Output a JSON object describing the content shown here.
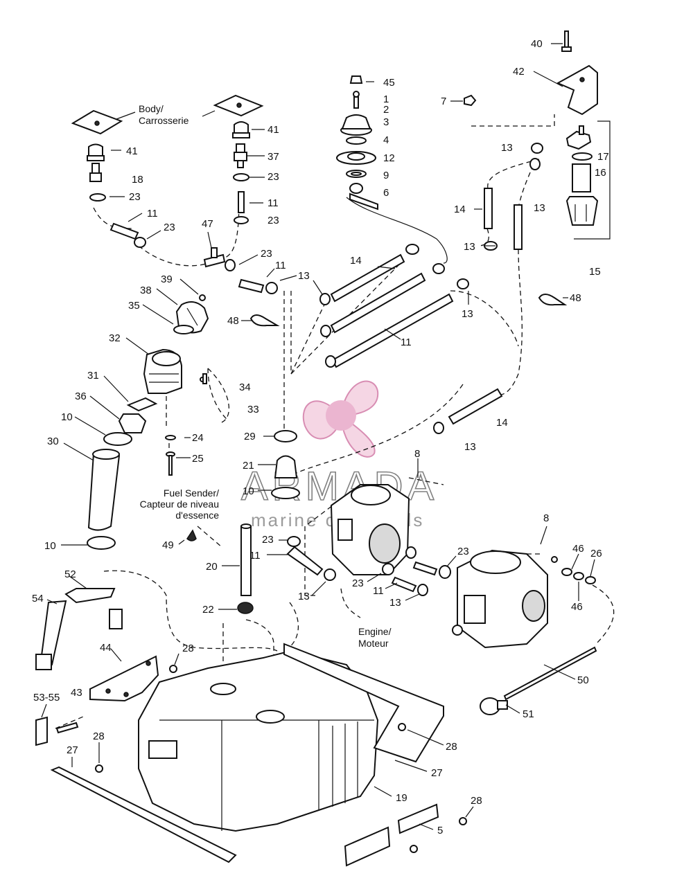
{
  "labels": {
    "n40": "40",
    "n42": "42",
    "n45": "45",
    "n1": "1",
    "n2": "2",
    "n3": "3",
    "n4": "4",
    "n12": "12",
    "n9": "9",
    "n6": "6",
    "n7": "7",
    "n13a": "13",
    "n17": "17",
    "n16": "16",
    "n14a": "14",
    "n13b": "13",
    "n15": "15",
    "n41a": "41",
    "n37": "37",
    "n23a": "23",
    "n11a": "11",
    "n23b": "23",
    "n41b": "41",
    "n18": "18",
    "n23c": "23",
    "n11b": "11",
    "n23d": "23",
    "n47": "47",
    "n23e": "23",
    "n11c": "11",
    "n13c": "13",
    "n14b": "14",
    "n13d": "13",
    "n13e": "13",
    "n48a": "48",
    "n39": "39",
    "n38": "38",
    "n35": "35",
    "n48b": "48",
    "n11d": "11",
    "n32": "32",
    "n34": "34",
    "n31": "31",
    "n33": "33",
    "n36": "36",
    "n10a": "10",
    "n29": "29",
    "n24": "24",
    "n14c": "14",
    "n13f": "13",
    "n30": "30",
    "n25": "25",
    "n8a": "8",
    "n21": "21",
    "n10b": "10",
    "n49": "49",
    "n23f": "23",
    "n11e": "11",
    "n8b": "8",
    "n23g": "23",
    "n46a": "46",
    "n26": "26",
    "n10c": "10",
    "n20": "20",
    "n13g": "13",
    "n23h": "23",
    "n11f": "11",
    "n13h": "13",
    "n46b": "46",
    "n22": "22",
    "n52": "52",
    "n54": "54",
    "n44": "44",
    "n28a": "28",
    "n50": "50",
    "n43": "43",
    "n53": "53-55",
    "n51": "51",
    "n28b": "28",
    "n28c": "28",
    "n27a": "27",
    "n27b": "27",
    "n19": "19",
    "n28d": "28",
    "n5": "5"
  },
  "callouts": {
    "body_line1": "Body/",
    "body_line2": "Carrosserie",
    "sender_line1": "Fuel Sender/",
    "sender_line2": "Capteur de niveau",
    "sender_line3": "d'essence",
    "engine_line1": "Engine/",
    "engine_line2": "Moteur"
  },
  "watermark": {
    "title": "ARMADA",
    "subtitle": "marine outboards",
    "accent": "#e8a9c8"
  },
  "colors": {
    "line": "#111111",
    "background": "#ffffff"
  }
}
